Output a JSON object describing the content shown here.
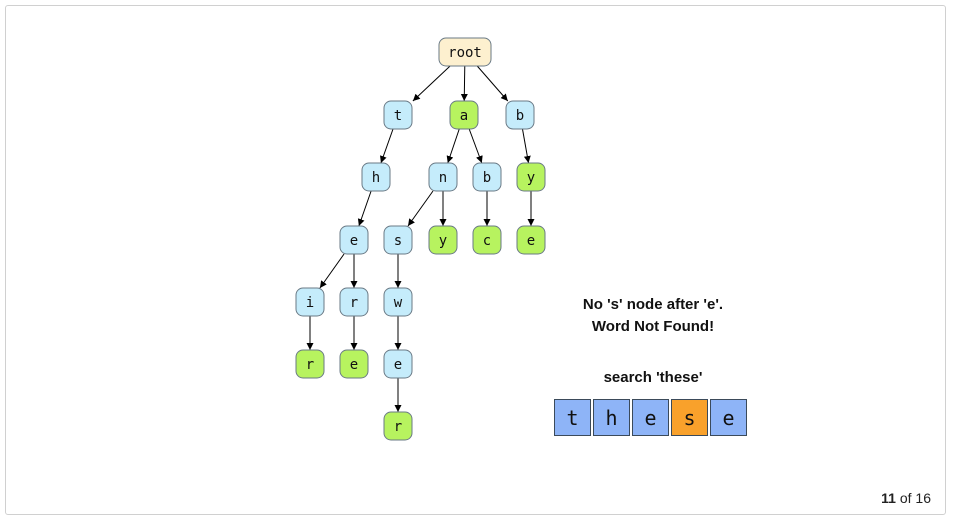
{
  "nodes": {
    "root": {
      "label": "root",
      "kind": "root"
    },
    "t": {
      "label": "t",
      "kind": "internal"
    },
    "a": {
      "label": "a",
      "kind": "end"
    },
    "b1": {
      "label": "b",
      "kind": "internal"
    },
    "th": {
      "label": "h",
      "kind": "internal"
    },
    "an": {
      "label": "n",
      "kind": "internal"
    },
    "ab": {
      "label": "b",
      "kind": "internal"
    },
    "by": {
      "label": "y",
      "kind": "end"
    },
    "the": {
      "label": "e",
      "kind": "internal"
    },
    "ans": {
      "label": "s",
      "kind": "internal"
    },
    "any": {
      "label": "y",
      "kind": "end"
    },
    "abc": {
      "label": "c",
      "kind": "end"
    },
    "bye": {
      "label": "e",
      "kind": "end"
    },
    "thei": {
      "label": "i",
      "kind": "internal"
    },
    "ther": {
      "label": "r",
      "kind": "internal"
    },
    "answ": {
      "label": "w",
      "kind": "internal"
    },
    "their": {
      "label": "r",
      "kind": "end"
    },
    "there": {
      "label": "e",
      "kind": "end"
    },
    "answe": {
      "label": "e",
      "kind": "internal"
    },
    "answer": {
      "label": "r",
      "kind": "end"
    }
  },
  "edges": [
    [
      "root",
      "t"
    ],
    [
      "root",
      "a"
    ],
    [
      "root",
      "b1"
    ],
    [
      "t",
      "th"
    ],
    [
      "a",
      "an"
    ],
    [
      "a",
      "ab"
    ],
    [
      "b1",
      "by"
    ],
    [
      "th",
      "the"
    ],
    [
      "an",
      "ans"
    ],
    [
      "an",
      "any"
    ],
    [
      "ab",
      "abc"
    ],
    [
      "by",
      "bye"
    ],
    [
      "the",
      "thei"
    ],
    [
      "the",
      "ther"
    ],
    [
      "ans",
      "answ"
    ],
    [
      "thei",
      "their"
    ],
    [
      "ther",
      "there"
    ],
    [
      "answ",
      "answe"
    ],
    [
      "answe",
      "answer"
    ]
  ],
  "colors": {
    "root": "#fdf0cf",
    "internal": "#c5ecfb",
    "end": "#b7f35f",
    "cell": "#8eb4f7",
    "cell_highlight": "#f9a12b"
  },
  "message": {
    "line1": "No 's' node after 'e'.",
    "line2": "Word Not Found!"
  },
  "search": {
    "label": "search 'these'",
    "letters": [
      "t",
      "h",
      "e",
      "s",
      "e"
    ],
    "highlight_index": 3
  },
  "pager": {
    "current": "11",
    "suffix": "of 16"
  }
}
